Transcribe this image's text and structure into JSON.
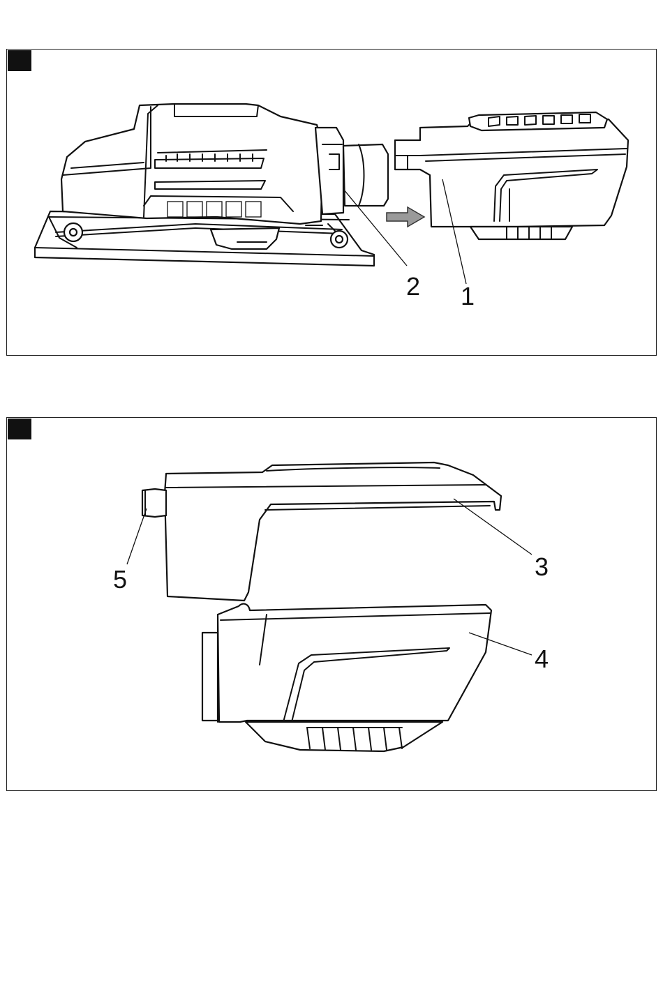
{
  "figures": [
    {
      "id": "fig1",
      "callouts": [
        {
          "label": "2"
        },
        {
          "label": "1"
        }
      ]
    },
    {
      "id": "fig2",
      "callouts": [
        {
          "label": "5"
        },
        {
          "label": "3"
        },
        {
          "label": "4"
        }
      ]
    }
  ],
  "colors": {
    "line": "#111111",
    "arrow_fill": "#9a9a9a",
    "marker": "#111111"
  }
}
